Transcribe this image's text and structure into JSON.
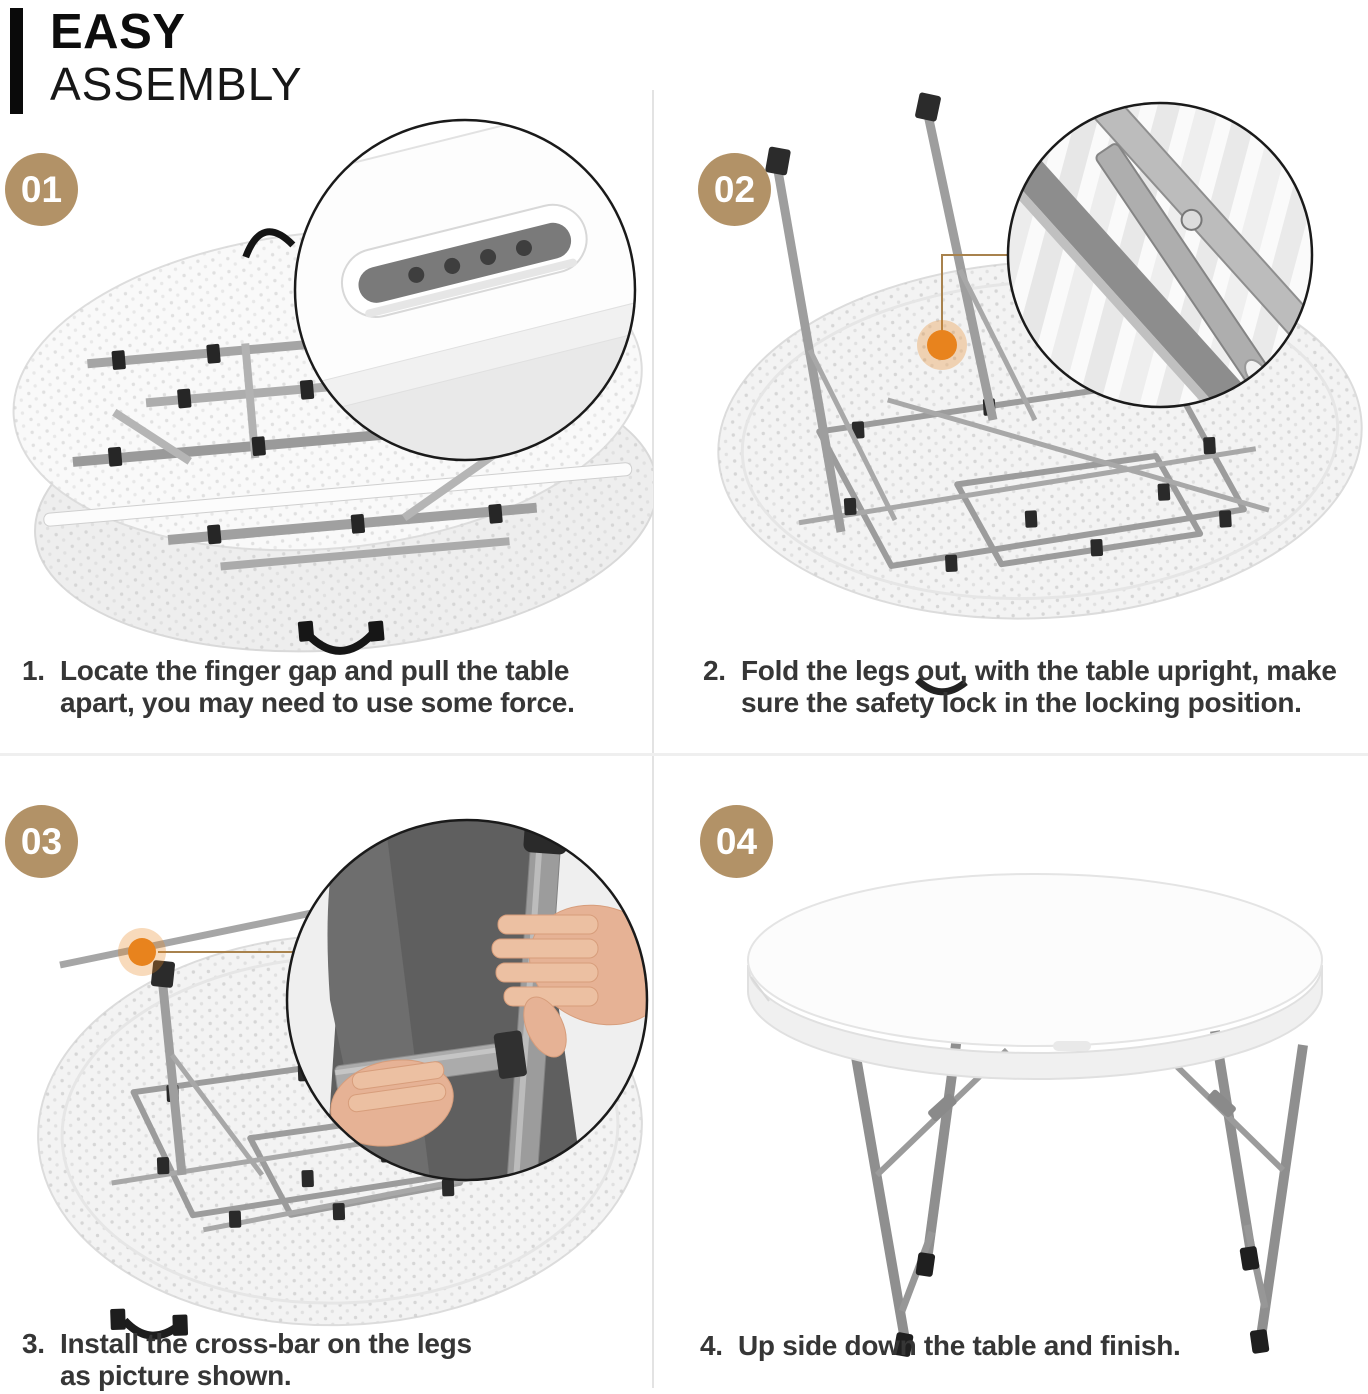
{
  "header": {
    "title_line1": "EASY",
    "title_line2": "ASSEMBLY"
  },
  "steps": [
    {
      "badge": "01",
      "num": "1.",
      "lines": [
        "Locate the finger gap and pull the table",
        "apart, you may need to use some force."
      ]
    },
    {
      "badge": "02",
      "num": "2.",
      "lines": [
        "Fold the legs out, with the table upright, make",
        "sure the safety lock in the locking position."
      ]
    },
    {
      "badge": "03",
      "num": "3.",
      "lines": [
        "Install the cross-bar on the legs",
        "as picture shown."
      ]
    },
    {
      "badge": "04",
      "num": "4.",
      "lines": [
        "Up side down the table and finish."
      ]
    }
  ],
  "colors": {
    "badge_bg": "#b29267",
    "badge_text": "#ffffff",
    "accent_dot": "#e8831d",
    "callout_line": "#a8824d",
    "divider": "#e8e8e8",
    "caption_text": "#363636",
    "title_text": "#0d0d0d",
    "metal_gray": "#9c9c9c",
    "tabletop_white": "#f7f7f7"
  }
}
